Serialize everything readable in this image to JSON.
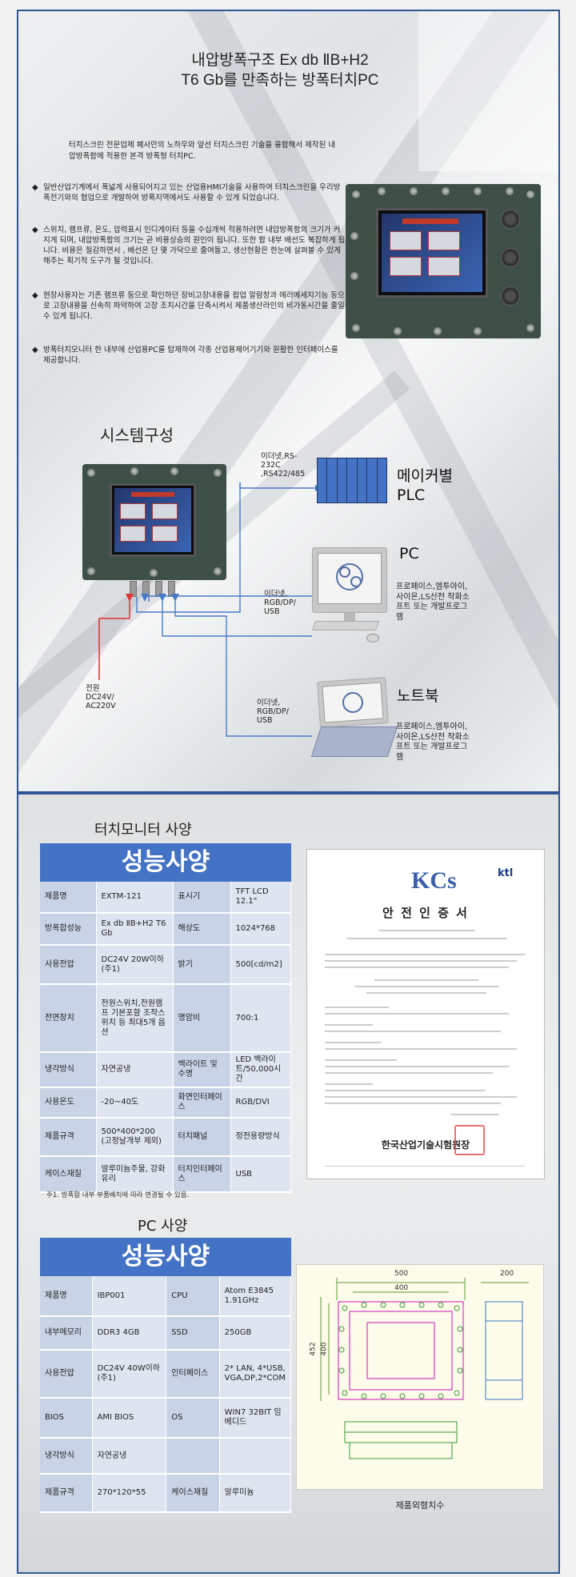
{
  "section1": {
    "title_line1": "내압방폭구조 Ex db ⅡB+H2",
    "title_line2": "T6 Gb를 만족하는 방폭터치PC",
    "intro": "터치스크린 전문업체 폐사만의 노하우와 앞선 터치스크린 기술을 융합해서 제작된 내압방폭함에 적용한 본격 방폭형 터치PC.",
    "bullets": [
      "일반산업기계에서 폭넓게 사용되어지고 있는 산업용HMI기술을 사용하여 터치스크린을 우리방폭전기와의 협업으로 개발하여 방폭지역에서도 사용할 수 있게 되었습니다.",
      "스위치, 램프류, 온도, 압력표시 인디게이터 등을 수십개씩 적용하려면 내압방폭함의 크기가 커지게 되며, 내압방폭함의 크기는 곧 비용상승의 원인이 됩니다. 또한 함 내부 배선도 복잡하게 됩니다. 비용은 절감하면서 , 배선은 단 몇 가닥으로 줄여들고, 생산현황은 한눈에 살펴볼 수 있게 해주는 획기적 도구가 될 것입니다.",
      "현장사용자는 기존 램프류 등으로 확인하던 장비고장내용을 팝업 알람창과 에러메세지기능 등으로 고장내용을 신속히 파악하여 고장 조치시간을 단축시켜서 제품생산라인의 비가동시간을 줄일 수 있게 됩니다.",
      "방폭터치모니터 한 내부에 산업용PC를 탑재하여 각종 산업용제어기기와 원활한 인터페이스를 제공합니다."
    ],
    "bullet_glyph": "◆"
  },
  "system": {
    "heading": "시스템구성",
    "label_rs": [
      "이더넷,RS-",
      "232C",
      ",RS422/485"
    ],
    "plc_line1": "메이커별",
    "plc_line2": "PLC",
    "pc": "PC",
    "pc_desc": [
      "프로페이스,엠투아이,",
      "사이온,LS산전 작화소",
      "프트 또는 개발프로그",
      "램"
    ],
    "label_eth_pc": [
      "이더넷,",
      "RGB/DP/",
      "USB"
    ],
    "power": [
      "전원",
      "DC24V/",
      "AC220V"
    ],
    "label_eth_nb": [
      "이더넷,",
      "RGB/DP/",
      "USB"
    ],
    "notebook": "노트북",
    "nb_desc": [
      "프로페이스,엠투아이,",
      "사이온,LS산전 작화소",
      "프트 또는 개발프로그",
      "램"
    ]
  },
  "touch_monitor": {
    "heading": "터치모니터 사양",
    "table_title": "성능사양",
    "rows": [
      [
        "제품명",
        "EXTM-121",
        "표시기",
        "TFT LCD 12.1\""
      ],
      [
        "방폭합성능",
        "Ex db ⅡB+H2 T6 Gb",
        "해상도",
        "1024*768"
      ],
      [
        "사용전압",
        "DC24V 20W이하(주1)",
        "밝기",
        "500[cd/m2]"
      ],
      [
        "전면장치",
        "전원스위치,전원램프 기본포함 조작스위치 등 최대5개 옵션",
        "명암비",
        "700:1"
      ],
      [
        "냉각방식",
        "자연공냉",
        "백라이트 및 수명",
        "LED 백라이트/50,000시간"
      ],
      [
        "사용온도",
        "-20~40도",
        "화면인터페이스",
        "RGB/DVI"
      ],
      [
        "제품규격",
        "500*400*200 (고정날개부 제외)",
        "터치패널",
        "정전용량방식"
      ],
      [
        "케이스재질",
        "알루미늄주물, 강화유리",
        "터치인터페이스",
        "USB"
      ]
    ],
    "note": "주1. 방폭함 내부 부품배치에 따라 변경될 수 있음."
  },
  "certificate": {
    "mark": "KCs",
    "org_logo": "ktl",
    "title": "안 전 인 증 서",
    "institute": "한국산업기술시험원장"
  },
  "pc_spec": {
    "heading": "PC 사양",
    "table_title": "성능사양",
    "rows": [
      [
        "제품명",
        "IBP001",
        "CPU",
        "Atom E3845 1.91GHz"
      ],
      [
        "내부메모리",
        "DDR3 4GB",
        "SSD",
        "250GB"
      ],
      [
        "사용전압",
        "DC24V 40W이하(주1)",
        "인터페이스",
        "2* LAN, 4*USB, VGA,DP,2*COM"
      ],
      [
        "BIOS",
        "AMI BIOS",
        "OS",
        "WIN7 32BIT 임베디드"
      ],
      [
        "냉각방식",
        "자연공냉",
        "",
        ""
      ],
      [
        "제품규격",
        "270*120*55",
        "케이스재질",
        "알루미늄"
      ]
    ]
  },
  "drawing": {
    "dim_500": "500",
    "dim_400": "400",
    "dim_200": "200",
    "dim_452": "452",
    "dim_400v": "400",
    "caption": "제품외형치수"
  }
}
